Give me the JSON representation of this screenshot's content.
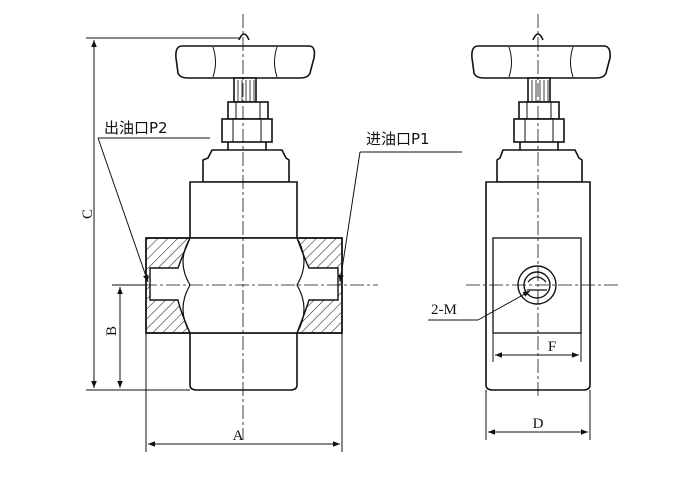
{
  "labels": {
    "outlet_port": "出油口P2",
    "inlet_port": "进油口P1",
    "port_thread": "2-M",
    "dim_a": "A",
    "dim_b": "B",
    "dim_c": "C",
    "dim_d": "D",
    "dim_f": "F"
  },
  "colors": {
    "line": "#111111",
    "hatch": "#222222"
  }
}
